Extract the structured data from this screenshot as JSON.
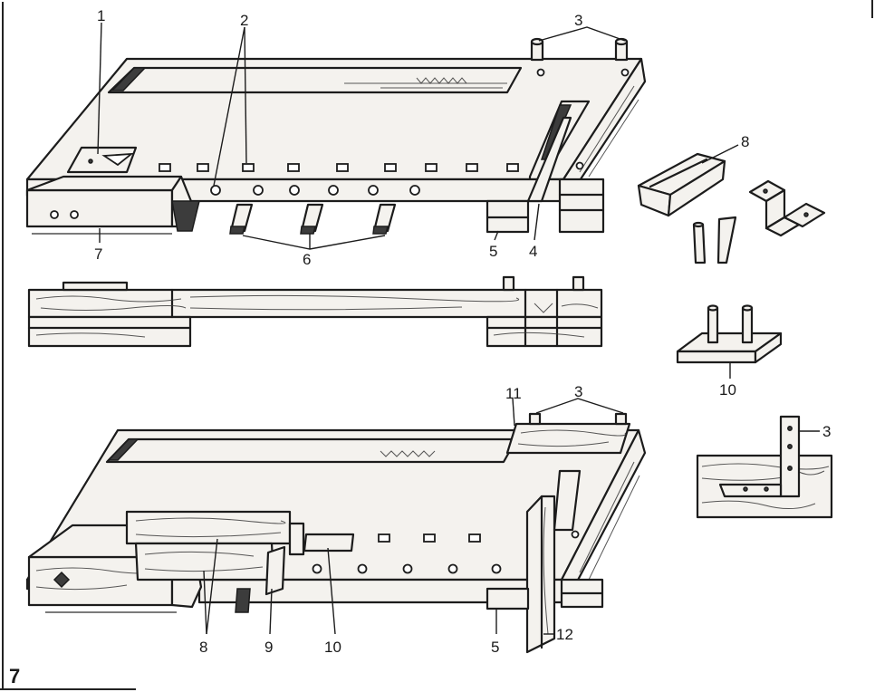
{
  "figure": {
    "number": "7"
  },
  "callouts": {
    "c1": "1",
    "c2": "2",
    "c3_top": "3",
    "c4": "4",
    "c5_top": "5",
    "c6": "6",
    "c7": "7",
    "c8_part": "8",
    "c10_part": "10",
    "c11": "11",
    "c3_bottom": "3",
    "c3_detail": "3",
    "c8_bottom": "8",
    "c9": "9",
    "c10_bottom": "10",
    "c5_bottom": "5",
    "c12": "12"
  }
}
